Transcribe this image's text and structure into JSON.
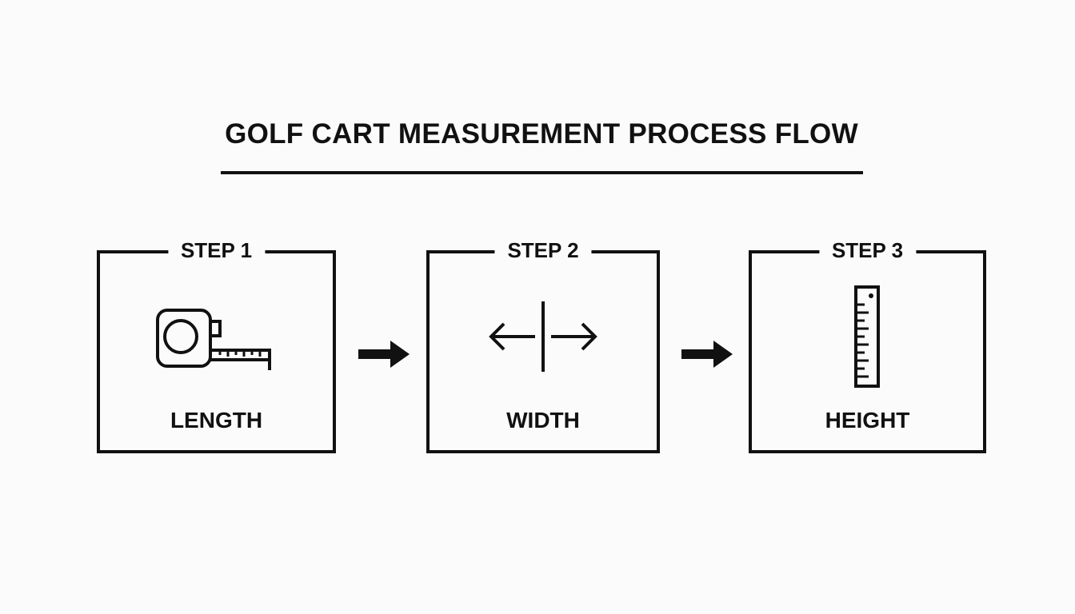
{
  "title": "GOLF CART MEASUREMENT PROCESS FLOW",
  "steps": [
    {
      "label": "STEP 1",
      "caption": "LENGTH",
      "icon": "tape-measure-icon"
    },
    {
      "label": "STEP 2",
      "caption": "WIDTH",
      "icon": "width-arrows-icon"
    },
    {
      "label": "STEP 3",
      "caption": "HEIGHT",
      "icon": "ruler-icon"
    }
  ],
  "connectors": [
    "right-arrow-icon",
    "right-arrow-icon"
  ],
  "colors": {
    "ink": "#111111",
    "background": "#fbfbfb"
  }
}
